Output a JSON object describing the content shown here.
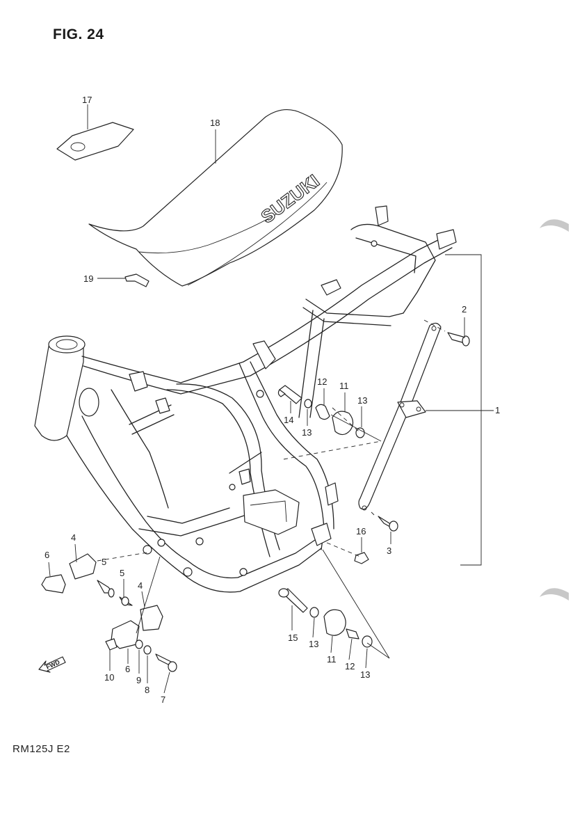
{
  "figure": {
    "title": "FIG. 24"
  },
  "footer": {
    "model_code": "RM125J  E2"
  },
  "seat": {
    "brand_text": "SUZUKI"
  },
  "fwd_marker": {
    "text": "FWD"
  },
  "callouts": [
    {
      "id": "c17",
      "label": "17"
    },
    {
      "id": "c18",
      "label": "18"
    },
    {
      "id": "c19",
      "label": "19"
    },
    {
      "id": "c2",
      "label": "2"
    },
    {
      "id": "c1",
      "label": "1"
    },
    {
      "id": "c12a",
      "label": "12"
    },
    {
      "id": "c11a",
      "label": "11"
    },
    {
      "id": "c13a",
      "label": "13"
    },
    {
      "id": "c14",
      "label": "14"
    },
    {
      "id": "c13b",
      "label": "13"
    },
    {
      "id": "c16",
      "label": "16"
    },
    {
      "id": "c3",
      "label": "3"
    },
    {
      "id": "c4a",
      "label": "4"
    },
    {
      "id": "c6a",
      "label": "6"
    },
    {
      "id": "c5a",
      "label": "5"
    },
    {
      "id": "c5b",
      "label": "5"
    },
    {
      "id": "c4b",
      "label": "4"
    },
    {
      "id": "c10",
      "label": "10"
    },
    {
      "id": "c6b",
      "label": "6"
    },
    {
      "id": "c9",
      "label": "9"
    },
    {
      "id": "c8",
      "label": "8"
    },
    {
      "id": "c7",
      "label": "7"
    },
    {
      "id": "c15",
      "label": "15"
    },
    {
      "id": "c13c",
      "label": "13"
    },
    {
      "id": "c11b",
      "label": "11"
    },
    {
      "id": "c12b",
      "label": "12"
    },
    {
      "id": "c13d",
      "label": "13"
    }
  ]
}
